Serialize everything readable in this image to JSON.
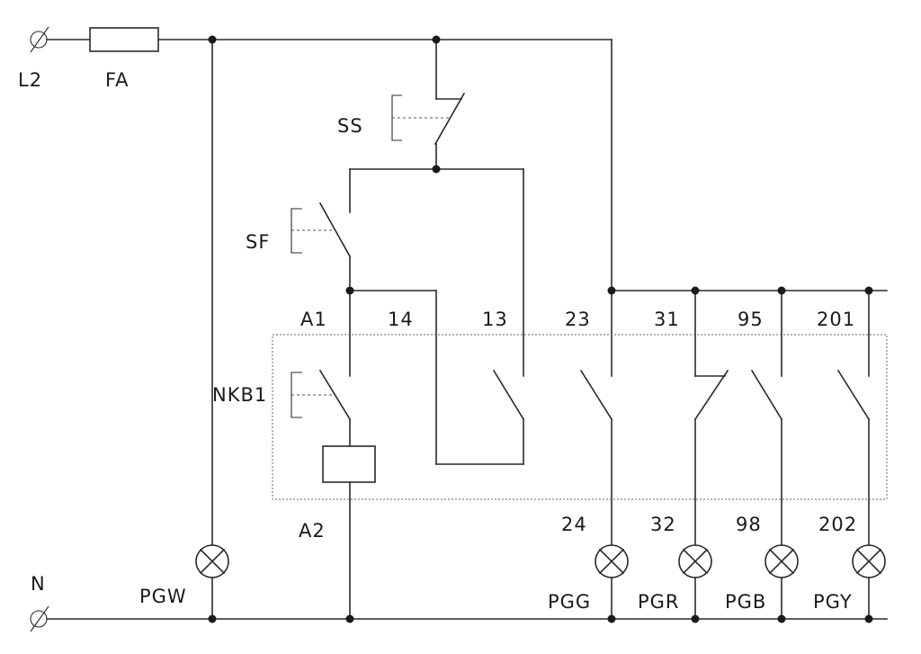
{
  "labels": {
    "l2": "L2",
    "fa": "FA",
    "ss": "SS",
    "sf": "SF",
    "nkb1": "NKB1",
    "a1": "A1",
    "a2": "A2",
    "t14": "14",
    "t13": "13",
    "t23": "23",
    "t31": "31",
    "t95": "95",
    "t201": "201",
    "t24": "24",
    "t32": "32",
    "t98": "98",
    "t202": "202",
    "n": "N",
    "pgw": "PGW",
    "pgg": "PGG",
    "pgr": "PGR",
    "pgb": "PGB",
    "pgy": "PGY"
  }
}
